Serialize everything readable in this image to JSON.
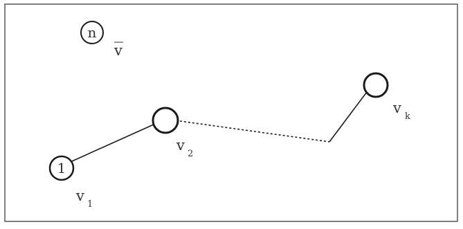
{
  "diagram": {
    "colors": {
      "ink": "#1a1a1a",
      "text": "#333333",
      "frame": "#555555",
      "background": "#ffffff"
    },
    "node_n": {
      "circle_text": "n",
      "label": "v",
      "overline": true
    },
    "node_1": {
      "circle_text": "1",
      "label_main": "v",
      "label_sub": "1"
    },
    "node_2": {
      "circle_text": "",
      "label_main": "v",
      "label_sub": "2"
    },
    "node_k": {
      "circle_text": "",
      "label_main": "v",
      "label_sub": "k"
    },
    "edges": [
      {
        "from": "v1",
        "to": "v2",
        "style": "solid"
      },
      {
        "from": "v2",
        "to": "vk",
        "style": "dotted",
        "via": "corner"
      },
      {
        "from": "corner",
        "to": "vk",
        "style": "solid"
      }
    ]
  }
}
